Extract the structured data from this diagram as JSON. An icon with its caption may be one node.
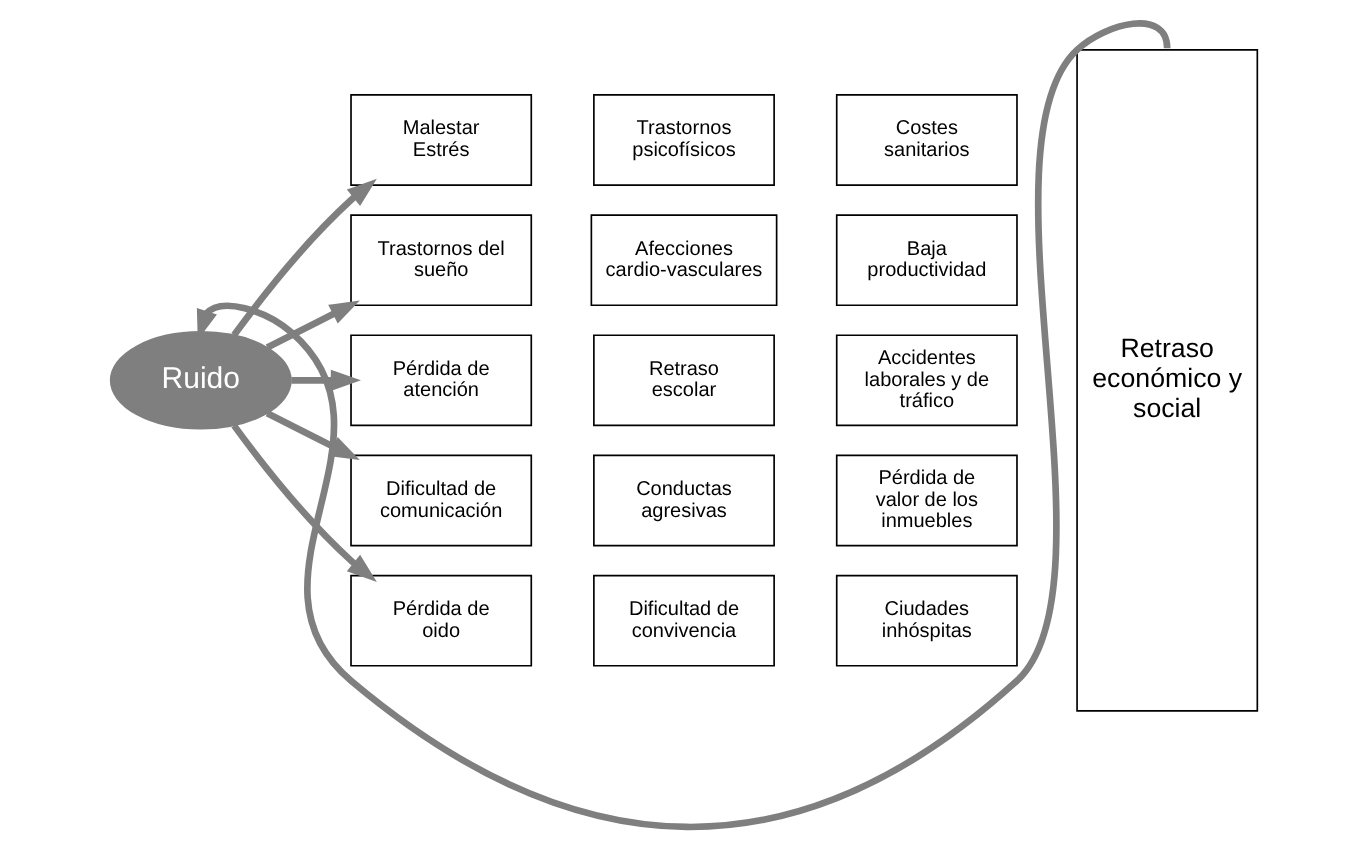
{
  "diagram": {
    "nodes": [
      {
        "text": [
          "Ruido"
        ]
      },
      {
        "text": [
          "Malestar Estrés"
        ]
      },
      {
        "text": [
          "Trastornos psicofísicos"
        ]
      },
      {
        "text": [
          "Costes sanitarios"
        ]
      },
      {
        "text": [
          "Trastornos del sueño"
        ]
      },
      {
        "text": [
          "Afecciones cardio-vasculares"
        ]
      },
      {
        "text": [
          "Baja productividad"
        ]
      },
      {
        "text": [
          "Pérdida de atención"
        ]
      },
      {
        "text": [
          "Retraso escolar"
        ]
      },
      {
        "text": [
          "Accidentes laborales y de tráfico"
        ]
      },
      {
        "text": [
          "Dificultad de comunicación"
        ]
      },
      {
        "text": [
          "Conductas agresivas"
        ]
      },
      {
        "text": [
          "Pérdida de valor de los inmuebles"
        ]
      },
      {
        "text": [
          "Pérdida de oido"
        ]
      },
      {
        "text": [
          "Dificultad de convivencia"
        ]
      },
      {
        "text": [
          "Ciudades inhóspitas"
        ]
      },
      {
        "text": [
          "Retraso económico y social"
        ]
      }
    ],
    "edges": [
      {
        "from": 0,
        "to": 1,
        "arrow": "to"
      },
      {
        "from": 0,
        "to": 4,
        "arrow": "to"
      },
      {
        "from": 0,
        "to": 7,
        "arrow": "to"
      },
      {
        "from": 0,
        "to": 10,
        "arrow": "to"
      },
      {
        "from": 0,
        "to": 13,
        "arrow": "to"
      },
      {
        "from": 16,
        "to": 0,
        "arrow": "to"
      }
    ]
  }
}
